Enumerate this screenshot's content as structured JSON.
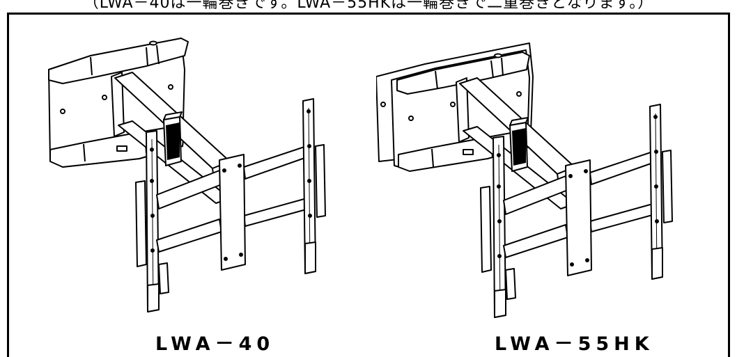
{
  "caption": "（LWA－40は一輪巻きです。LWA－55HKは一輪巻きで二重巻きとなります。）",
  "products": [
    {
      "model": "LWA－40",
      "wall_plate_style": "single"
    },
    {
      "model": "LWA－55HK",
      "wall_plate_style": "double"
    }
  ],
  "colors": {
    "line": "#000000",
    "background": "#ffffff"
  }
}
